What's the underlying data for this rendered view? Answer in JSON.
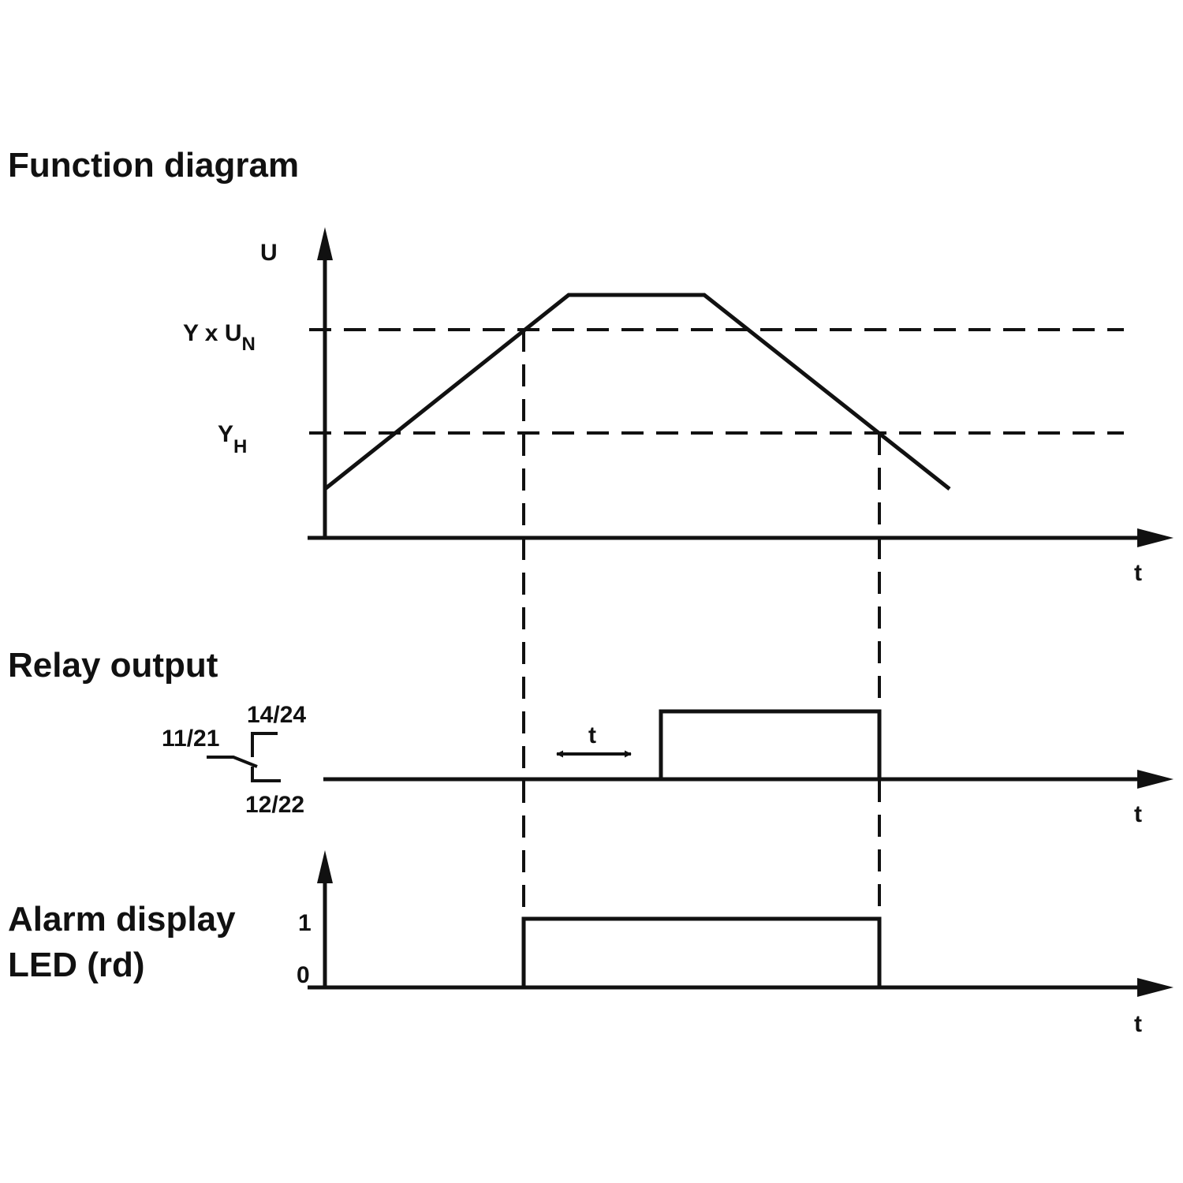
{
  "sections": {
    "function_diagram": "Function diagram",
    "relay_output": "Relay output",
    "alarm_display_line1": "Alarm display",
    "alarm_display_line2": "LED (rd)"
  },
  "axes": {
    "u_label": "U",
    "time_label": "t"
  },
  "thresholds": {
    "upper_prefix": "Y x U",
    "upper_subscript": "N",
    "lower_prefix": "Y",
    "lower_subscript": "H"
  },
  "relay_contacts": {
    "normally_open": "14/24",
    "common": "11/21",
    "normally_closed": "12/22",
    "delay_label": "t"
  },
  "led_levels": {
    "high": "1",
    "low": "0"
  }
}
